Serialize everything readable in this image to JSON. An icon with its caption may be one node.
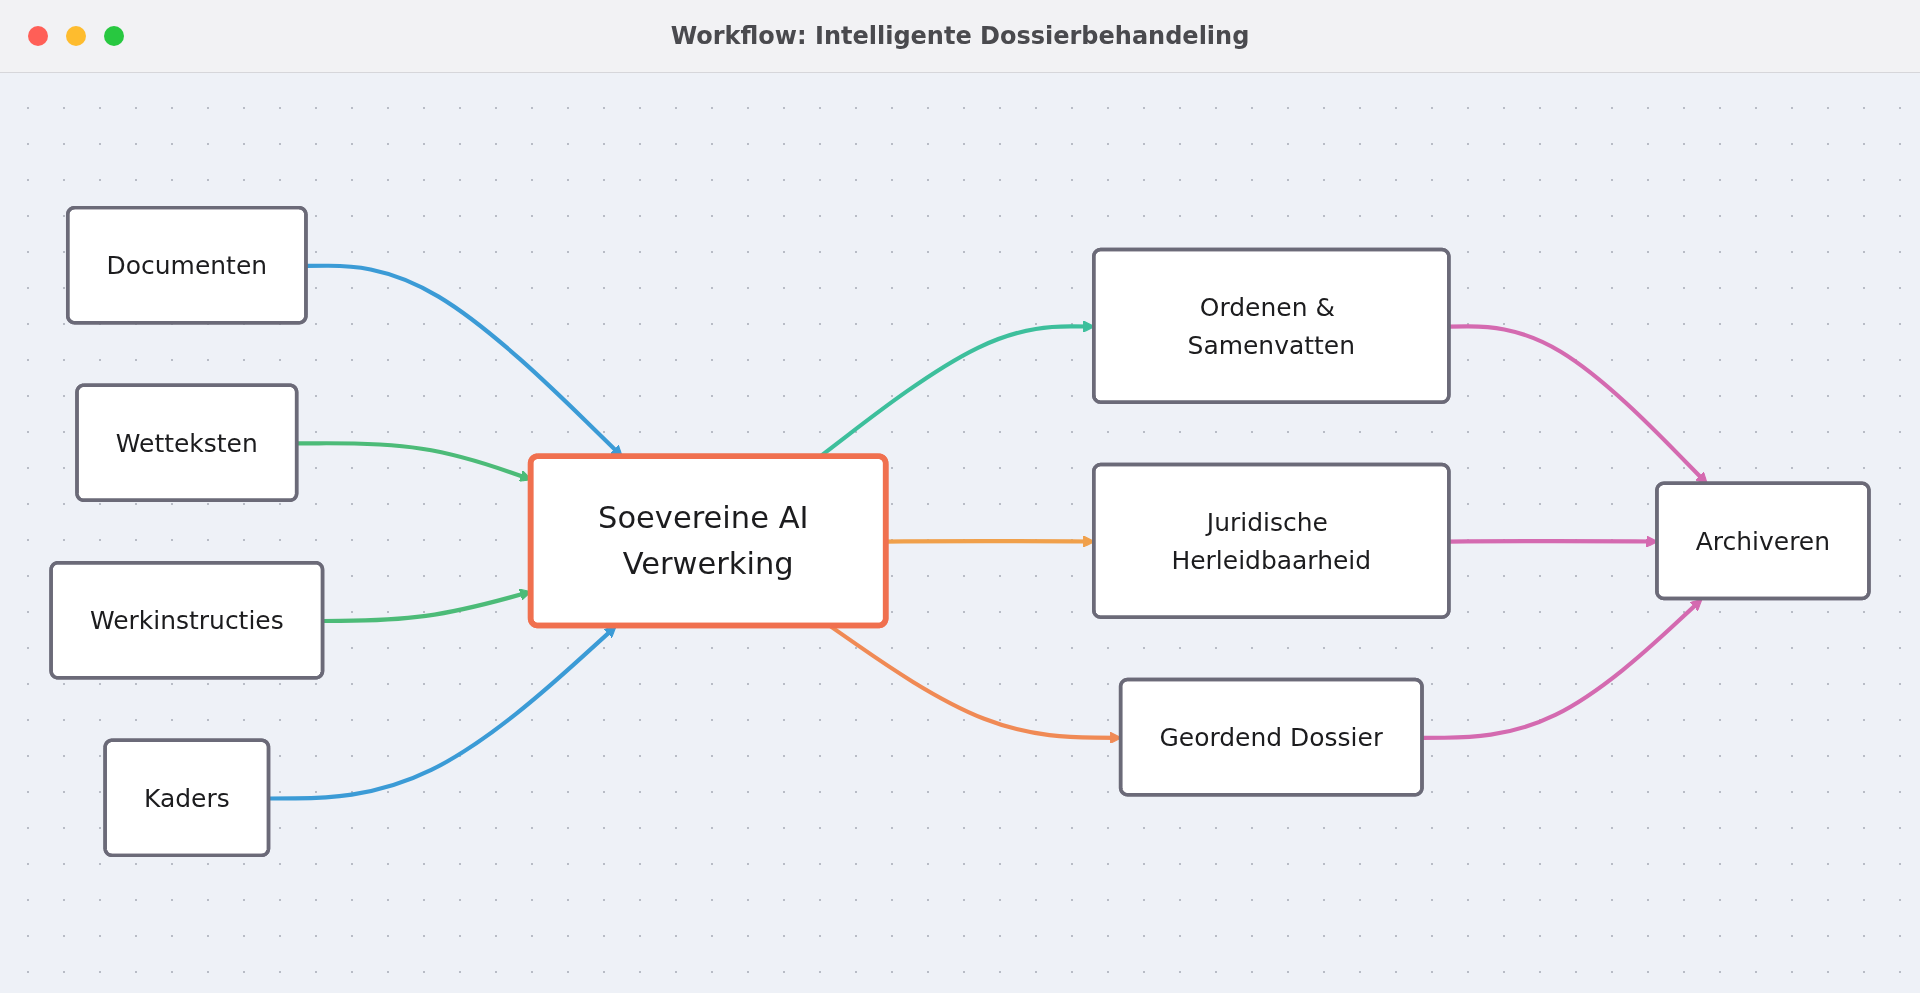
{
  "diagram": {
    "title": "Workflow: Intelligente Dossierbehandeling",
    "nodes": [
      {
        "text": [
          "Documenten"
        ]
      },
      {
        "text": [
          "Wetteksten"
        ]
      },
      {
        "text": [
          "Werkinstructies"
        ]
      },
      {
        "text": [
          "Kaders"
        ]
      },
      {
        "text": [
          "Soevereine AI Verwerking"
        ]
      },
      {
        "text": [
          "Ordenen & Samenvatten"
        ]
      },
      {
        "text": [
          "Juridische Herleidbaarheid"
        ]
      },
      {
        "text": [
          "Geordend Dossier"
        ]
      },
      {
        "text": [
          "Archiveren"
        ]
      }
    ],
    "edges": [
      {
        "from": 0,
        "to": 4,
        "arrow": "to",
        "color": "#3b9bd6"
      },
      {
        "from": 1,
        "to": 4,
        "arrow": "to",
        "color": "#4cbb78"
      },
      {
        "from": 2,
        "to": 4,
        "arrow": "to",
        "color": "#4cbb78"
      },
      {
        "from": 3,
        "to": 4,
        "arrow": "to",
        "color": "#3b9bd6"
      },
      {
        "from": 4,
        "to": 5,
        "arrow": "to",
        "color": "#3dbf9c"
      },
      {
        "from": 4,
        "to": 6,
        "arrow": "to",
        "color": "#f0a04b"
      },
      {
        "from": 4,
        "to": 7,
        "arrow": "to",
        "color": "#f08a55"
      },
      {
        "from": 5,
        "to": 8,
        "arrow": "to",
        "color": "#d46ab0"
      },
      {
        "from": 6,
        "to": 8,
        "arrow": "to",
        "color": "#d46ab0"
      },
      {
        "from": 7,
        "to": 8,
        "arrow": "to",
        "color": "#d46ab0"
      }
    ]
  }
}
